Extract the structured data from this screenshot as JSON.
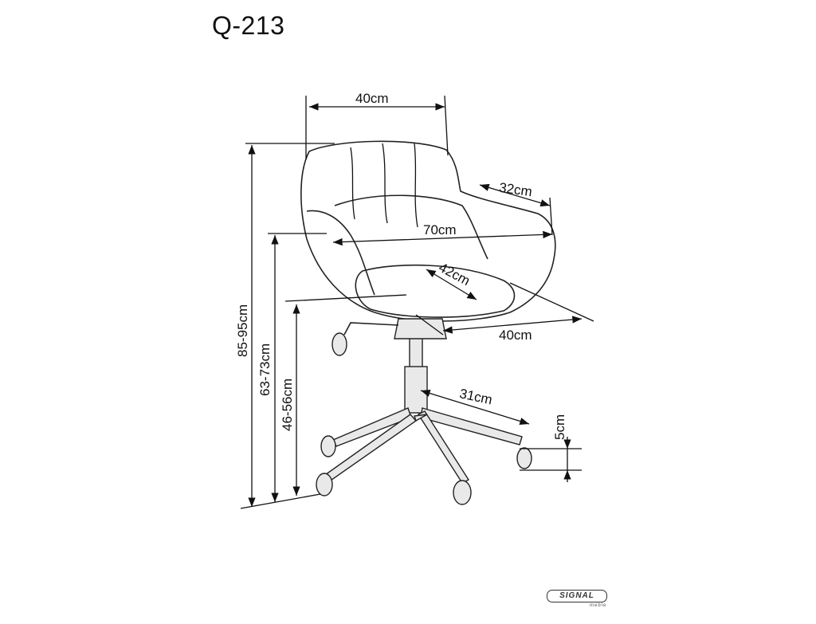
{
  "product": {
    "model": "Q-213"
  },
  "dimensions": {
    "seat_width_top": "40cm",
    "armrest_depth": "32cm",
    "overall_width": "70cm",
    "seat_depth": "42cm",
    "base_depth": "40cm",
    "base_radius": "31cm",
    "caster_height": "5cm",
    "total_height": "85-95cm",
    "armrest_height": "63-73cm",
    "seat_height": "46-56cm"
  },
  "brand": {
    "logo_text": "SIGNAL",
    "logo_sub": "meble"
  },
  "colors": {
    "line": "#111111",
    "fabric": "#cfcfcf"
  }
}
